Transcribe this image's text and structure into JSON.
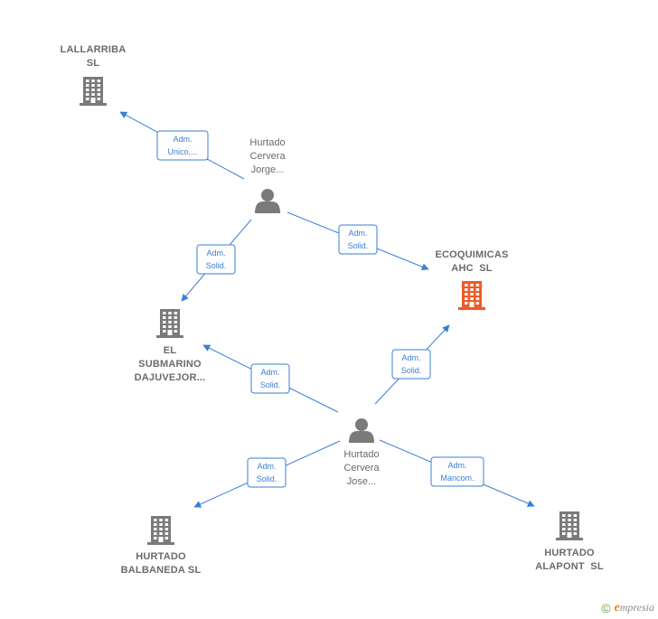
{
  "colors": {
    "accent": "#3a7fd5",
    "node_gray": "#7a7a7a",
    "node_highlight": "#f05a28",
    "label": "#6b6b6b"
  },
  "nodes": [
    {
      "id": "lallarriba",
      "type": "company",
      "lines": [
        "LALLARRIBA",
        "SL"
      ],
      "icon": "building-icon"
    },
    {
      "id": "hurtado_jorge",
      "type": "person",
      "lines": [
        "Hurtado",
        "Cervera",
        "Jorge..."
      ],
      "icon": "person-icon"
    },
    {
      "id": "ecoquimicas",
      "type": "company",
      "highlight": true,
      "lines": [
        "ECOQUIMICAS",
        "AHC  SL"
      ],
      "icon": "building-icon"
    },
    {
      "id": "el_submarino",
      "type": "company",
      "lines": [
        "EL",
        "SUBMARINO",
        "DAJUVEJOR..."
      ],
      "icon": "building-icon"
    },
    {
      "id": "hurtado_jose",
      "type": "person",
      "lines": [
        "Hurtado",
        "Cervera",
        "Jose..."
      ],
      "icon": "person-icon"
    },
    {
      "id": "hurtado_balbaneda",
      "type": "company",
      "lines": [
        "HURTADO",
        "BALBANEDA SL"
      ],
      "icon": "building-icon"
    },
    {
      "id": "hurtado_alapont",
      "type": "company",
      "lines": [
        "HURTADO",
        "ALAPONT  SL"
      ],
      "icon": "building-icon"
    }
  ],
  "edges": [
    {
      "from": "hurtado_jorge",
      "to": "lallarriba",
      "lines": [
        "Adm.",
        "Unico,..."
      ]
    },
    {
      "from": "hurtado_jorge",
      "to": "ecoquimicas",
      "lines": [
        "Adm.",
        "Solid."
      ]
    },
    {
      "from": "hurtado_jorge",
      "to": "el_submarino",
      "lines": [
        "Adm.",
        "Solid."
      ]
    },
    {
      "from": "hurtado_jose",
      "to": "el_submarino",
      "lines": [
        "Adm.",
        "Solid."
      ]
    },
    {
      "from": "hurtado_jose",
      "to": "ecoquimicas",
      "lines": [
        "Adm.",
        "Solid."
      ]
    },
    {
      "from": "hurtado_jose",
      "to": "hurtado_balbaneda",
      "lines": [
        "Adm.",
        "Solid."
      ]
    },
    {
      "from": "hurtado_jose",
      "to": "hurtado_alapont",
      "lines": [
        "Adm.",
        "Mancom."
      ]
    }
  ],
  "footer": {
    "copyright_symbol": "©",
    "brand_initial": "e",
    "brand_rest": "mpresia"
  }
}
